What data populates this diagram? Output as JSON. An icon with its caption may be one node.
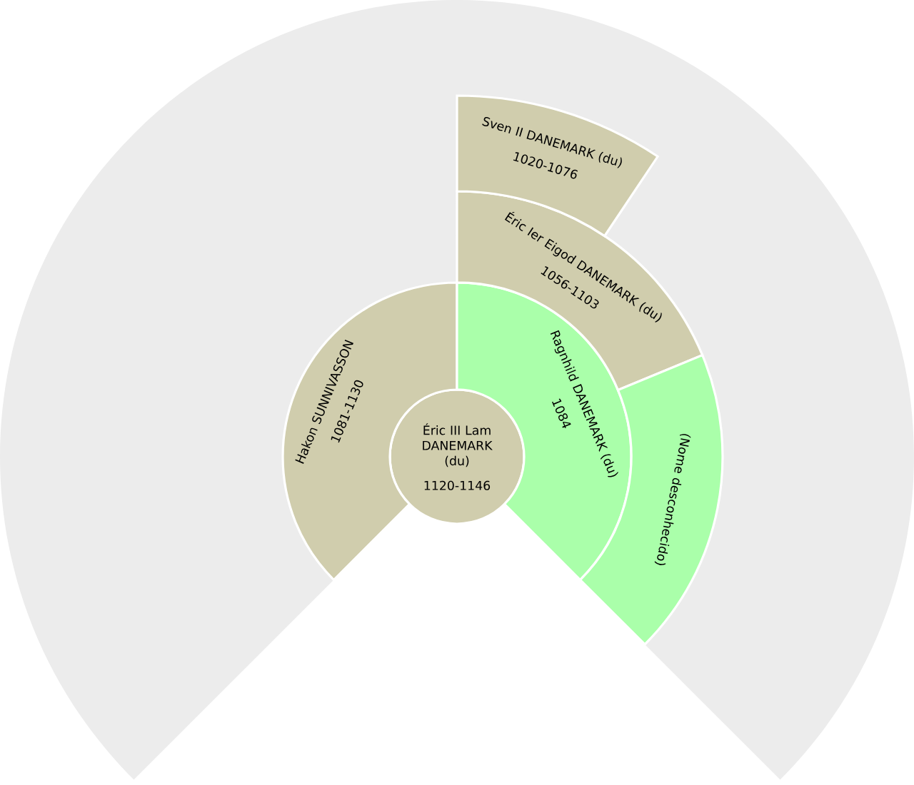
{
  "diagram": {
    "nodes": [
      {
        "text": [
          "Éric III Lam DANEMARK (du)",
          "1120-1146"
        ]
      },
      {
        "text": [
          "Hakon SUNNIVASSON",
          "1081-1130"
        ]
      },
      {
        "text": [
          "Ragnhild DANEMARK (du)",
          "1084"
        ]
      },
      {
        "text": [
          "Éric Ier Eigod DANEMARK (du)",
          "1056-1103"
        ]
      },
      {
        "text": [
          "(Nome desconhecido)"
        ]
      },
      {
        "text": [
          "Sven II DANEMARK (du)",
          "1020-1076"
        ]
      }
    ]
  }
}
